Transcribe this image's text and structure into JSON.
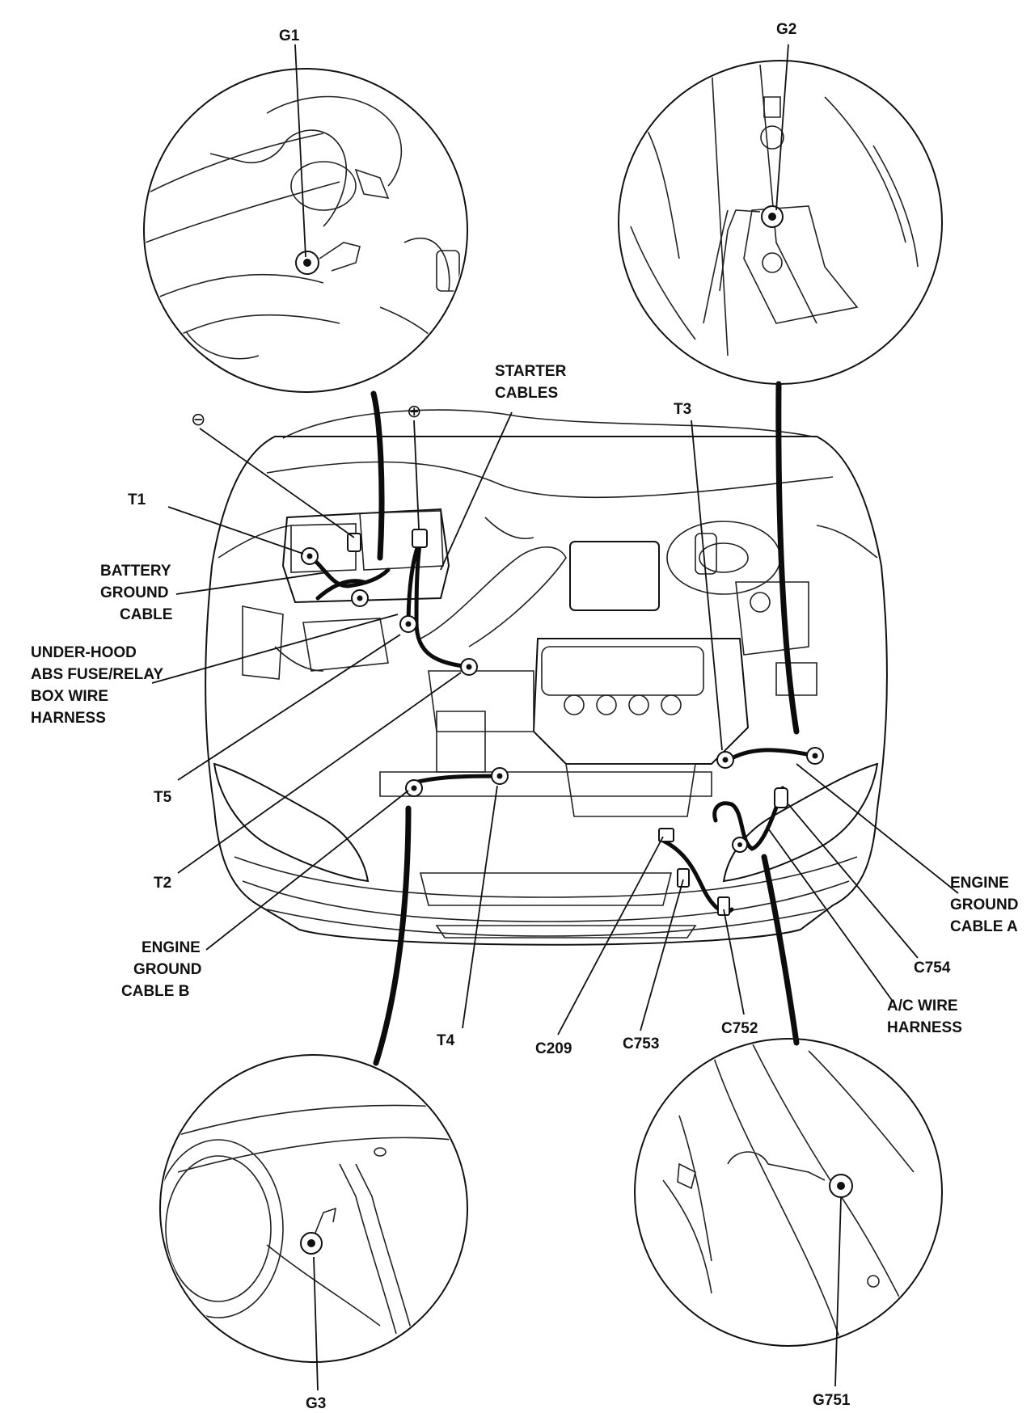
{
  "diagram": {
    "labels": {
      "g1": "G1",
      "g2": "G2",
      "g3": "G3",
      "g751": "G751",
      "t1": "T1",
      "t2": "T2",
      "t3": "T3",
      "t4": "T4",
      "t5": "T5",
      "c209": "C209",
      "c752": "C752",
      "c753": "C753",
      "c754": "C754",
      "minus": "⊖",
      "plus": "⊕",
      "starter_cables": [
        "STARTER",
        "CABLES"
      ],
      "battery_ground_cable": [
        "BATTERY",
        "GROUND",
        "CABLE"
      ],
      "underhood_abs": [
        "UNDER-HOOD",
        "ABS FUSE/RELAY",
        "BOX WIRE",
        "HARNESS"
      ],
      "engine_ground_cable_a": [
        "ENGINE",
        "GROUND",
        "CABLE A"
      ],
      "engine_ground_cable_b": [
        "ENGINE",
        "GROUND",
        "CABLE B"
      ],
      "ac_wire_harness": [
        "A/C WIRE",
        "HARNESS"
      ]
    },
    "colors": {
      "ink": "#111111",
      "paper": "#ffffff"
    }
  }
}
